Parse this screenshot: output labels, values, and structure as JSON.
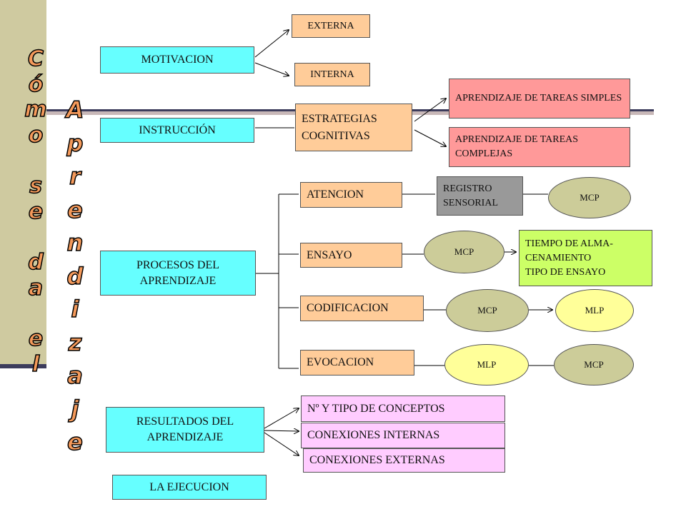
{
  "title_col1": [
    "C",
    "ó",
    "m",
    "o",
    "",
    "s",
    "e",
    "",
    "d",
    "a",
    "",
    "e",
    "l"
  ],
  "title_col2": [
    "A",
    "p",
    "r",
    "e",
    "n",
    "d",
    "i",
    "z",
    "a",
    "j",
    "e"
  ],
  "motivacion": {
    "label": "MOTIVACION",
    "children": [
      "EXTERNA",
      "INTERNA"
    ]
  },
  "instruccion": {
    "label": "INSTRUCCIÓN",
    "estrategias": "ESTRATEGIAS COGNITIVAS",
    "simples": "APRENDIZAJE DE TAREAS SIMPLES",
    "complejas": "APRENDIZAJE DE TAREAS COMPLEJAS"
  },
  "procesos": {
    "label": "PROCESOS DEL APRENDIZAJE",
    "atencion": "ATENCION",
    "registro": "REGISTRO SENSORIAL",
    "atencion_mcp": "MCP",
    "ensayo": "ENSAYO",
    "ensayo_mcp": "MCP",
    "tiempo_line1": "TIEMPO DE ALMA-",
    "tiempo_line2": "CENAMIENTO",
    "tiempo_line3": "TIPO DE ENSAYO",
    "codificacion": "CODIFICACION",
    "cod_mcp": "MCP",
    "cod_mlp": "MLP",
    "evocacion": "EVOCACION",
    "evo_mlp": "MLP",
    "evo_mcp": "MCP"
  },
  "resultados": {
    "label": "RESULTADOS DEL APRENDIZAJE",
    "items": [
      "Nº Y TIPO DE CONCEPTOS",
      "CONEXIONES INTERNAS",
      "CONEXIONES EXTERNAS"
    ]
  },
  "ejecucion": "LA EJECUCION",
  "colors": {
    "cyan": "#66ffff",
    "peach": "#ffcc99",
    "salmon": "#ff9999",
    "gray": "#999999",
    "lime": "#ccff66",
    "pink": "#ffccff",
    "khaki": "#cccc99",
    "light_yellow": "#ffff99",
    "title_orange": "#f59a5b",
    "band": "#cfcaa0"
  }
}
